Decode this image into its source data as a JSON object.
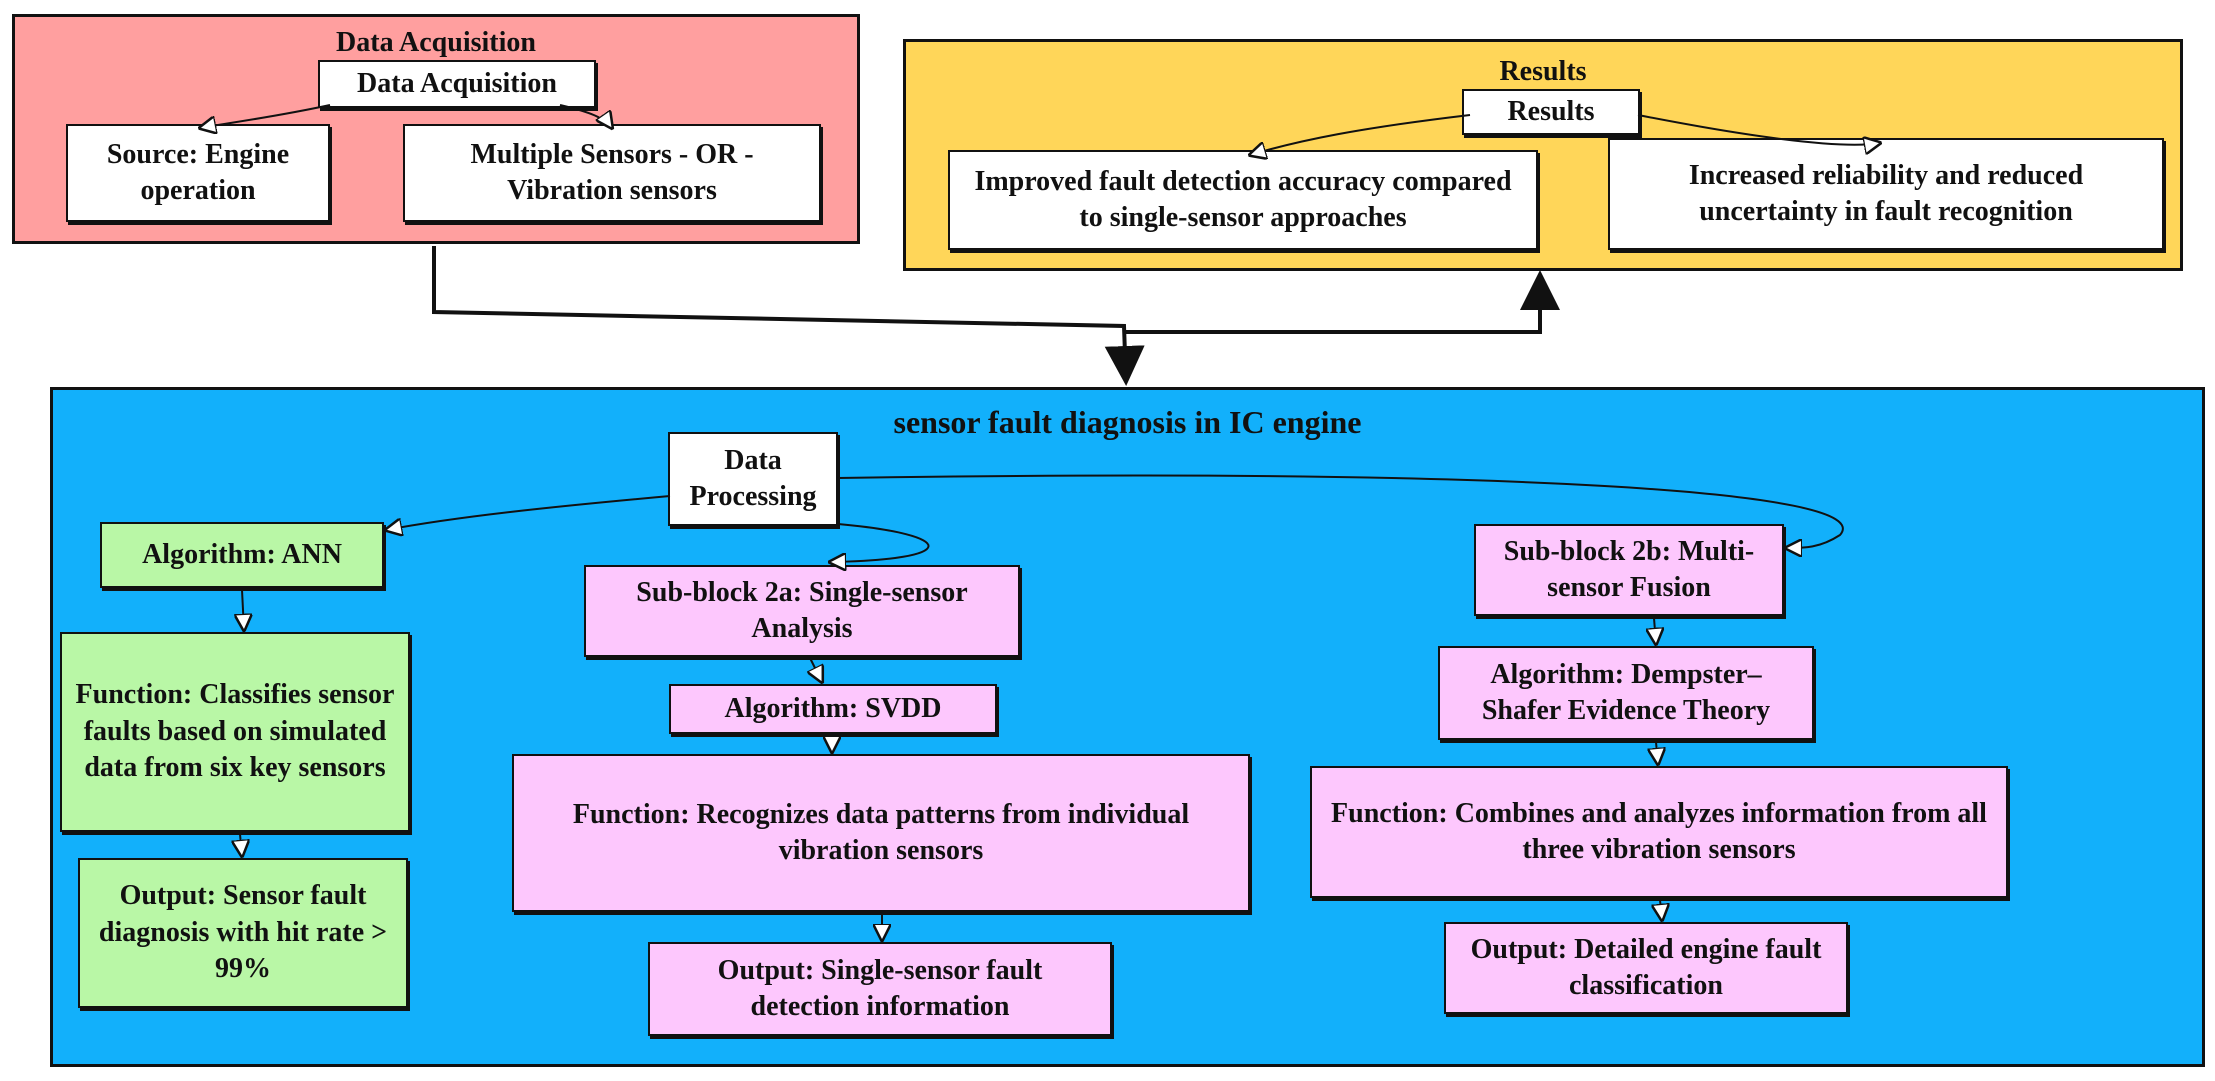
{
  "acquisition": {
    "title": "Data Acquisition",
    "header_box": "Data Acquisition",
    "source": "Source: Engine operation",
    "sensors": "Multiple Sensors - OR - Vibration sensors"
  },
  "results": {
    "title": "Results",
    "header_box": "Results",
    "accuracy": "Improved fault detection accuracy compared to single-sensor approaches",
    "reliability": "Increased reliability and reduced uncertainty in fault recognition"
  },
  "diagnosis": {
    "title": "sensor fault diagnosis in IC engine",
    "processing": "Data Processing",
    "ann": {
      "algorithm": "Algorithm: ANN",
      "function": "Function: Classifies sensor faults based on simulated data from six key sensors",
      "output": "Output: Sensor fault diagnosis with hit rate > 99%"
    },
    "single": {
      "subblock": "Sub-block 2a: Single-sensor Analysis",
      "algorithm": "Algorithm: SVDD",
      "function": "Function: Recognizes data patterns from individual vibration sensors",
      "output": "Output: Single-sensor fault detection information"
    },
    "multi": {
      "subblock": "Sub-block 2b: Multi-sensor Fusion",
      "algorithm": "Algorithm: Dempster–Shafer Evidence Theory",
      "function": "Function: Combines and analyzes information from all three vibration sensors",
      "output": "Output: Detailed engine fault classification"
    }
  },
  "colors": {
    "acquisition_bg": "#ff9f9f",
    "results_bg": "#ffd659",
    "diagnosis_bg": "#12b0fb",
    "ann_boxes": "#b9f7a6",
    "analysis_boxes": "#fdc7fd"
  }
}
